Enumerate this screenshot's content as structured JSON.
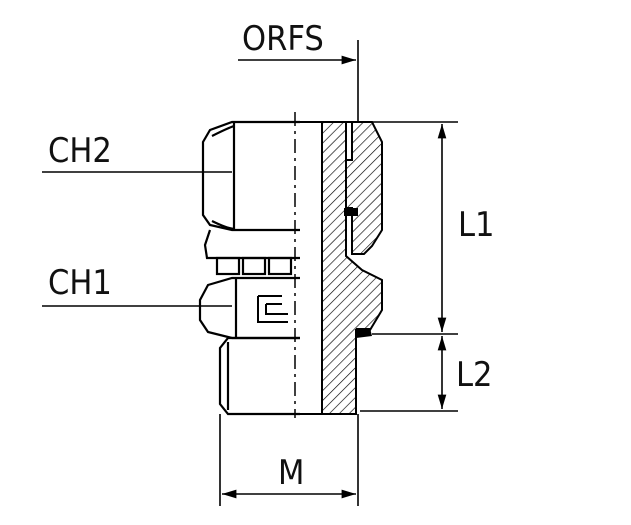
{
  "labels": {
    "orfs": "ORFS",
    "ch2": "CH2",
    "ch1": "CH1",
    "l1": "L1",
    "l2": "L2",
    "m": "M"
  },
  "colors": {
    "line": "#000000",
    "hatch": "#000000",
    "background": "#ffffff"
  }
}
